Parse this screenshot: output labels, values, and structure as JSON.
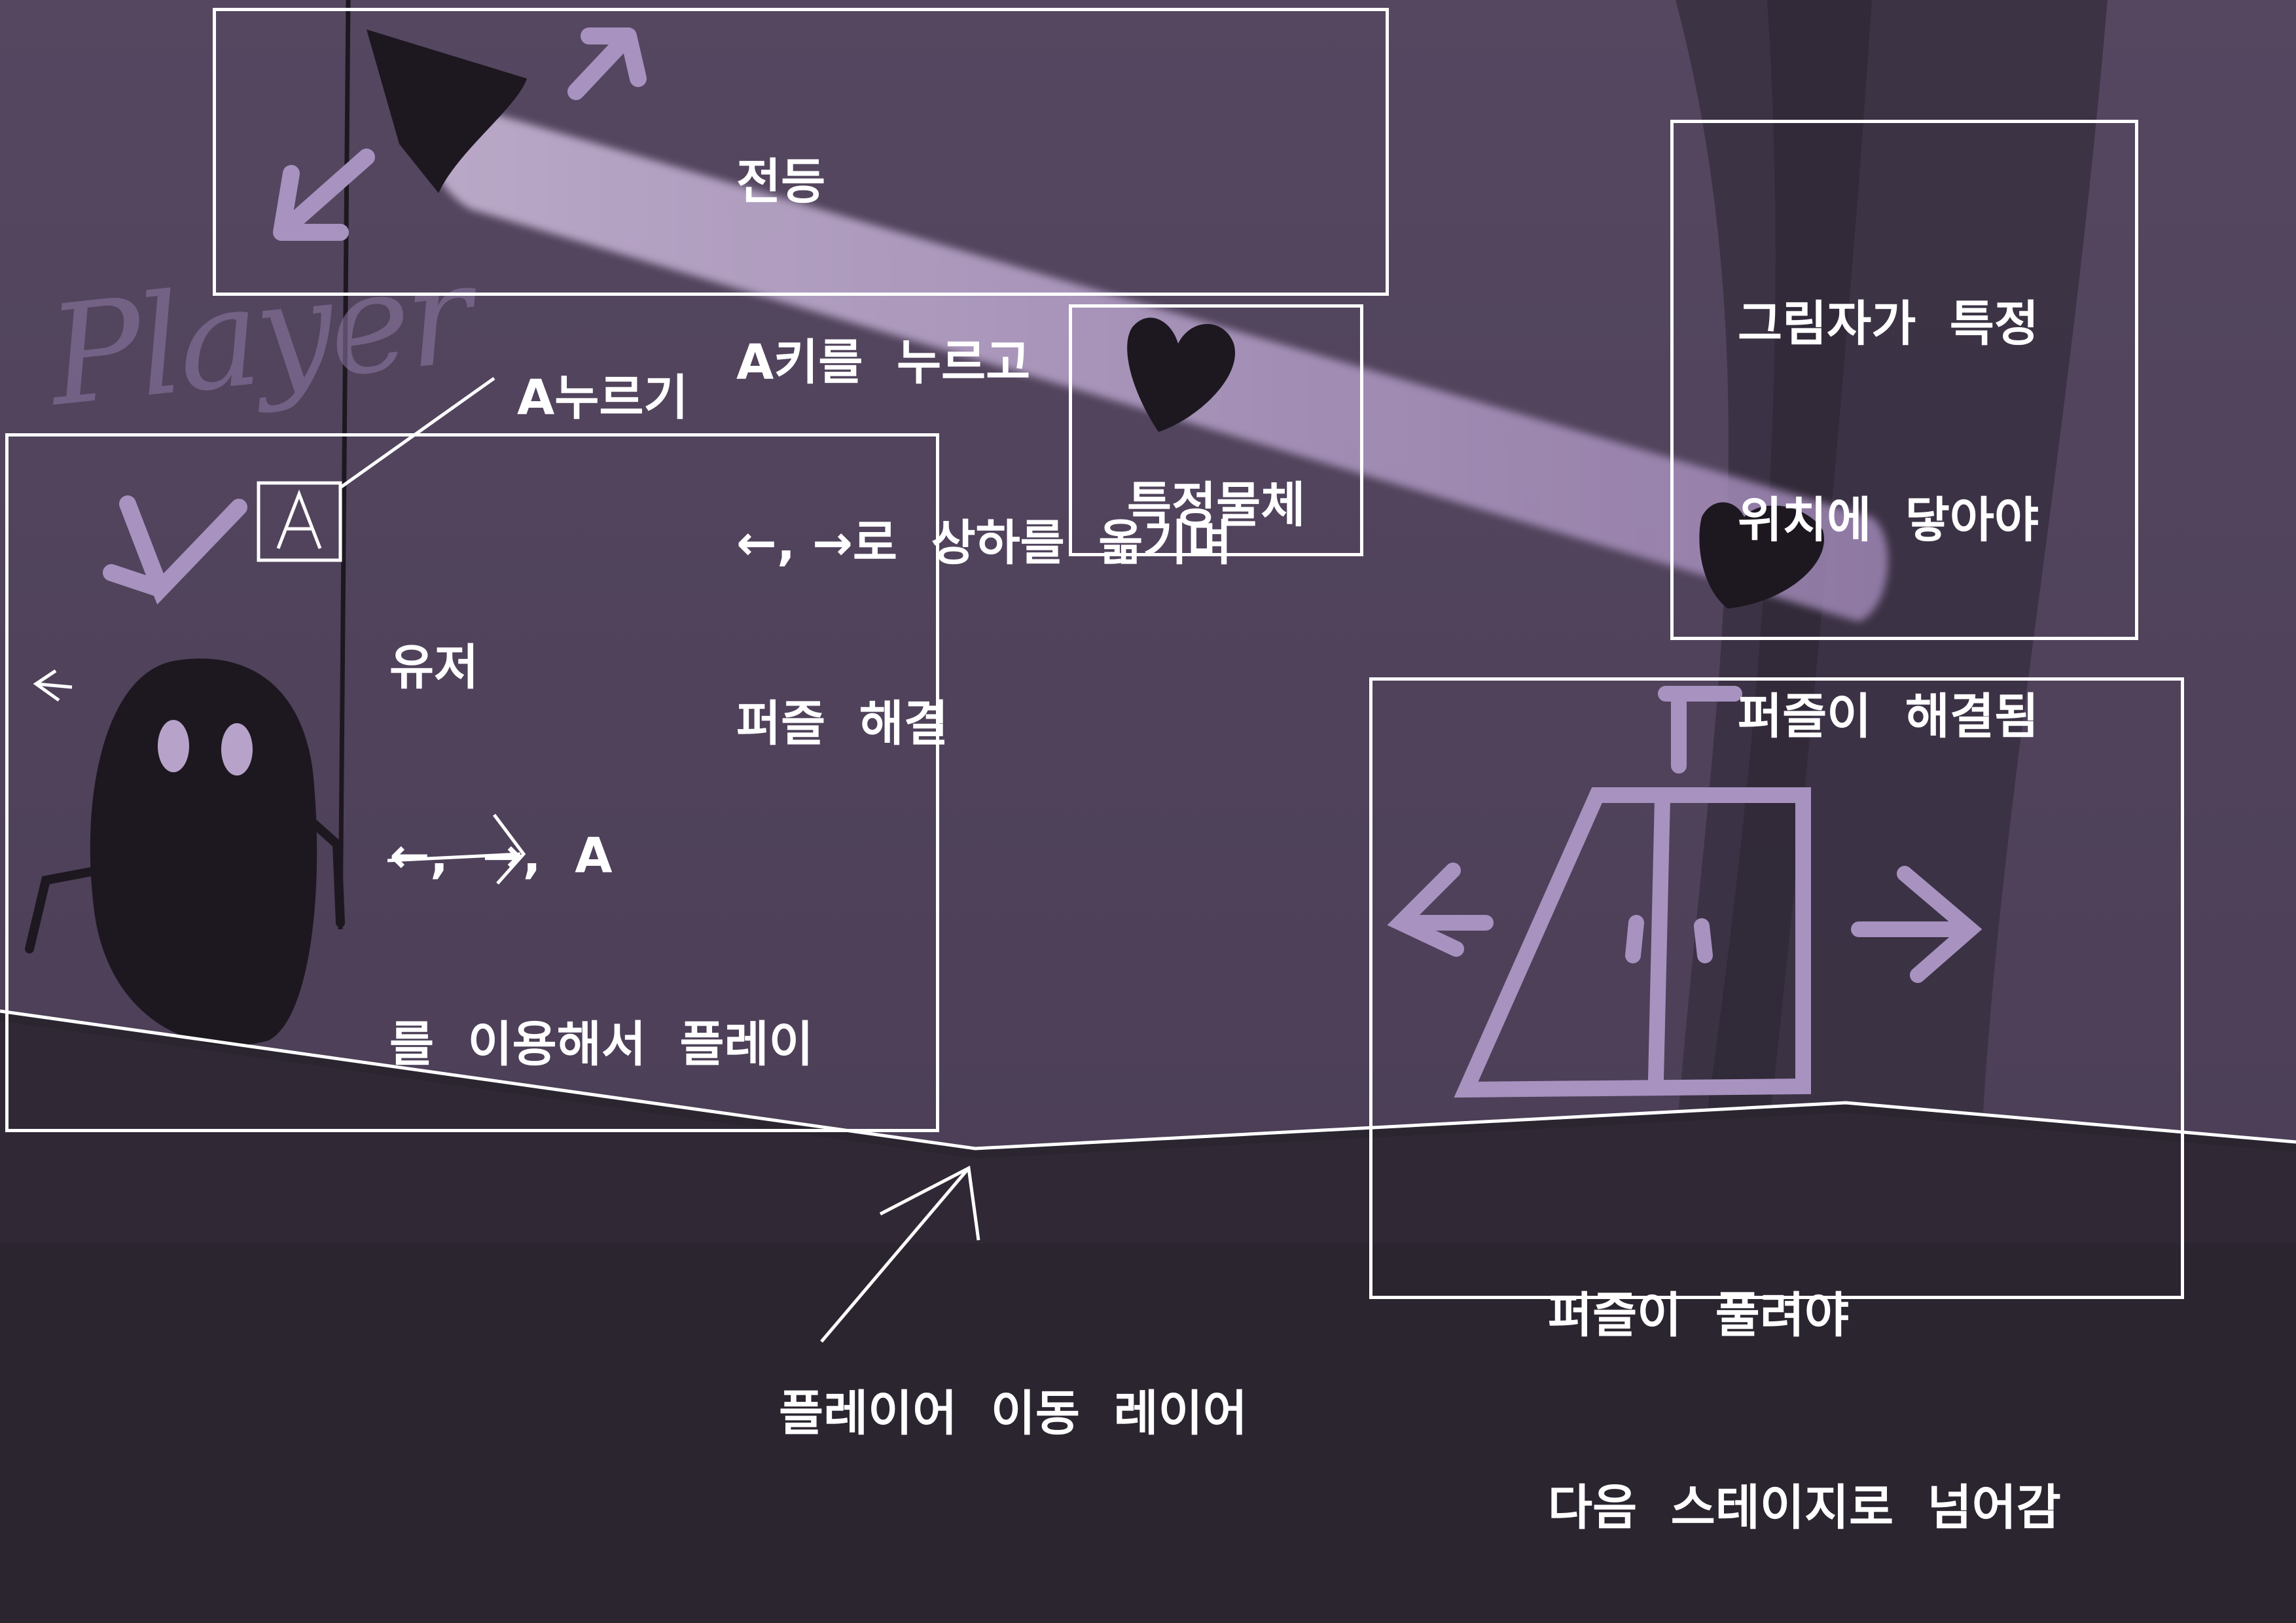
{
  "colors": {
    "background_upper": "#54465d",
    "background_lower": "#2b2530",
    "light_beam": "#b49cc8",
    "shadow": "#1d1820",
    "annotation": "#ffffff",
    "doodle_accent": "#a892c0"
  },
  "sketch_labels": {
    "player_scribble": "Player",
    "key_icon_letter": "A"
  },
  "lamp_box": {
    "lines": [
      "전등",
      "A키를  누르고",
      "←, →로  상하를  옮기며",
      "퍼즐  해결"
    ]
  },
  "press_a_label": "A누르기",
  "user_box": {
    "lines": [
      "유저",
      "←,  →,  A",
      "를  이용해서  플레이"
    ]
  },
  "object_box": {
    "label": "특정물체",
    "icon": "heart-icon"
  },
  "shadow_box": {
    "lines": [
      "그림자가  특정",
      "위치에  닿아야",
      "퍼즐이  해결됨"
    ],
    "icon": "heart-shadow-icon"
  },
  "door_box": {
    "lines": [
      "퍼즐이  풀려야",
      "다음  스테이지로  넘어감"
    ],
    "icon": "door-icon"
  },
  "move_layer_label": "플레이어  이동  레이어"
}
